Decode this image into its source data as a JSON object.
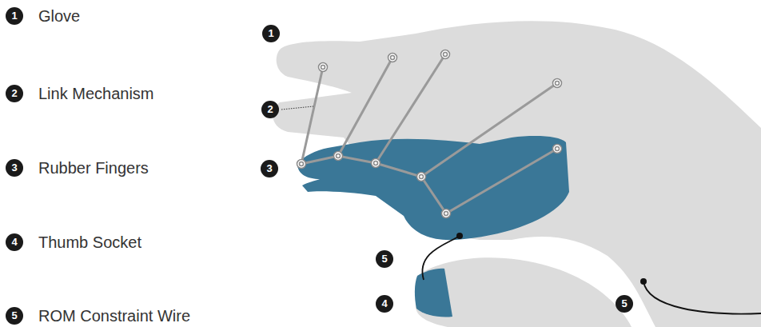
{
  "diagram": {
    "labels": [
      "1",
      "Glove",
      "2",
      "Link Mechanism",
      "3",
      "Rubber Fingers",
      "4",
      "Thumb Socket",
      "5",
      "ROM Constraint Wire",
      "1",
      "2",
      "3",
      "5",
      "4",
      "5"
    ]
  }
}
